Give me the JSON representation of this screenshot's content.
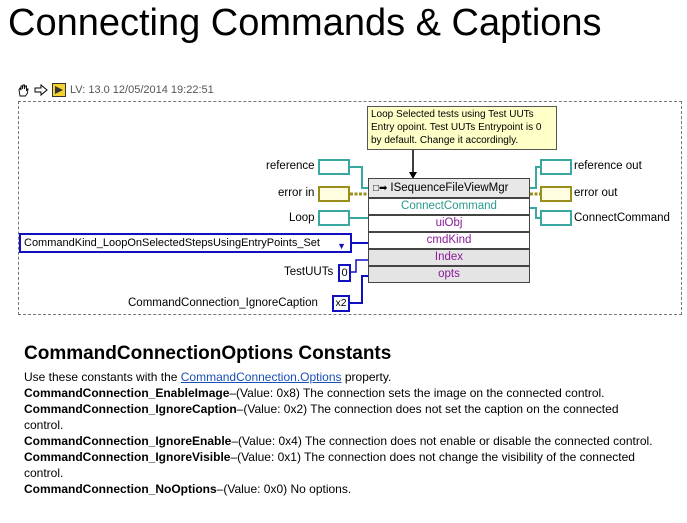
{
  "title": "Connecting Commands & Captions",
  "snippet": {
    "version_label": "LV: 13.0 12/05/2014 19:22:51"
  },
  "comment": "Loop Selected tests using Test UUTs Entry opoint. Test UUTs Entrypoint is 0 by default. Change it accordingly.",
  "inputs": {
    "reference": "reference",
    "error_in": "error in",
    "loop": "Loop",
    "command_kind": "CommandKind_LoopOnSelectedStepsUsingEntryPoints_Set",
    "test_uuts": "TestUUTs",
    "test_uuts_value": "0",
    "ignore_caption": "CommandConnection_IgnoreCaption",
    "ignore_caption_value": "x2"
  },
  "node": {
    "class": "ISequenceFileViewMgr",
    "method": "ConnectCommand",
    "params": [
      "uiObj",
      "cmdKind",
      "Index",
      "opts"
    ]
  },
  "outputs": {
    "reference_out": "reference out",
    "error_out": "error out",
    "connect_command": "ConnectCommand"
  },
  "section": {
    "heading": "CommandConnectionOptions Constants",
    "intro_before": "Use these constants with the ",
    "intro_link": "CommandConnection.Options",
    "intro_after": " property.",
    "items": [
      {
        "name": "CommandConnection_EnableImage",
        "desc": "–(Value: 0x8) The connection sets the image on the connected control."
      },
      {
        "name": "CommandConnection_IgnoreCaption",
        "desc": "–(Value: 0x2) The connection does not set the caption on the connected control."
      },
      {
        "name": "CommandConnection_IgnoreEnable",
        "desc": "–(Value: 0x4) The connection does not enable or disable the connected control."
      },
      {
        "name": "CommandConnection_IgnoreVisible",
        "desc": "–(Value: 0x1) The connection does not change the visibility of the connected control."
      },
      {
        "name": "CommandConnection_NoOptions",
        "desc": "–(Value: 0x0) No options."
      }
    ]
  },
  "colors": {
    "reference_wire": "#3aa8a0",
    "error_wire": "#9a8f1d",
    "enum_wire": "#1010c0",
    "link": "#1a4fb5",
    "method_text": "#2a9a8e",
    "param_text": "#8a1a9a",
    "comment_bg": "#ffffc8"
  }
}
